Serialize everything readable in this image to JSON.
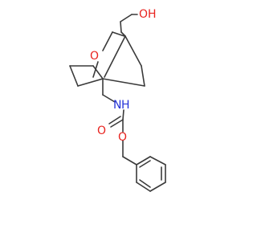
{
  "molecule": {
    "labels": {
      "oh": "OH",
      "ring_oxygen": "O",
      "nh": "N",
      "nh_h": "H",
      "carbonyl_oxygen": "O",
      "ester_oxygen": "O"
    },
    "colors": {
      "bond": "#3a3a3a",
      "oxygen": "#e8231f",
      "nitrogen": "#2433d8"
    }
  }
}
